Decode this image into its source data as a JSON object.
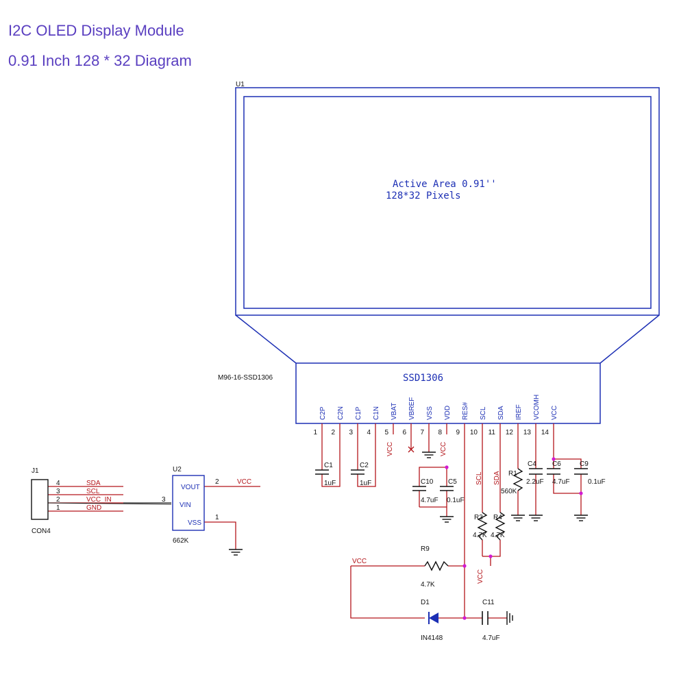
{
  "title": "I2C OLED Display Module",
  "subtitle": "0.91 Inch 128 * 32 Diagram",
  "display": {
    "ref": "U1",
    "active_area": "Active Area 0.91''",
    "pixels": "128*32 Pixels",
    "module_name": "M96-16-SSD1306",
    "controller": "SSD1306"
  },
  "pins": [
    {
      "num": "1",
      "name": "C2P"
    },
    {
      "num": "2",
      "name": "C2N"
    },
    {
      "num": "3",
      "name": "C1P"
    },
    {
      "num": "4",
      "name": "C1N"
    },
    {
      "num": "5",
      "name": "VBAT"
    },
    {
      "num": "6",
      "name": "VBREF"
    },
    {
      "num": "7",
      "name": "VSS"
    },
    {
      "num": "8",
      "name": "VDD"
    },
    {
      "num": "9",
      "name": "RES#"
    },
    {
      "num": "10",
      "name": "SCL"
    },
    {
      "num": "11",
      "name": "SDA"
    },
    {
      "num": "12",
      "name": "IREF"
    },
    {
      "num": "13",
      "name": "VCOMH"
    },
    {
      "num": "14",
      "name": "VCC"
    }
  ],
  "nets": {
    "vcc": "VCC",
    "scl": "SCL",
    "sda": "SDA"
  },
  "components": {
    "c1": {
      "ref": "C1",
      "value": "1uF"
    },
    "c2": {
      "ref": "C2",
      "value": "1uF"
    },
    "c10": {
      "ref": "C10",
      "value": "4.7uF"
    },
    "c5": {
      "ref": "C5",
      "value": "0.1uF"
    },
    "r1": {
      "ref": "R1",
      "value": "560K"
    },
    "c4": {
      "ref": "C4",
      "value": "2.2uF"
    },
    "c6": {
      "ref": "C6",
      "value": "4.7uF"
    },
    "c9": {
      "ref": "C9",
      "value": "0.1uF"
    },
    "r3": {
      "ref": "R3",
      "value": "4.7K"
    },
    "r4": {
      "ref": "R4",
      "value": "4.7K"
    },
    "r9": {
      "ref": "R9",
      "value": "4.7K"
    },
    "d1": {
      "ref": "D1",
      "value": "IN4148"
    },
    "c11": {
      "ref": "C11",
      "value": "4.7uF"
    }
  },
  "connector": {
    "ref": "J1",
    "part": "CON4",
    "pins": [
      {
        "num": "4",
        "signal": "SDA"
      },
      {
        "num": "3",
        "signal": "SCL"
      },
      {
        "num": "2",
        "signal": "VCC_IN"
      },
      {
        "num": "1",
        "signal": "GND"
      }
    ]
  },
  "regulator": {
    "ref": "U2",
    "part": "662K",
    "vout": "VOUT",
    "vin": "VIN",
    "vss": "VSS",
    "pin_vout": "2",
    "pin_vin": "3",
    "pin_vss": "1",
    "out_net": "VCC"
  }
}
